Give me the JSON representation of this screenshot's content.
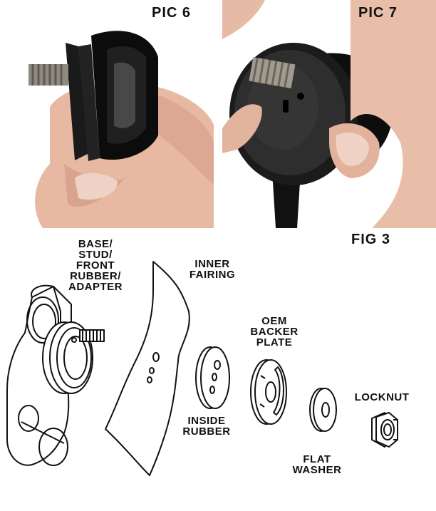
{
  "photos": {
    "pic6": {
      "label": "PIC 6"
    },
    "pic7": {
      "label": "PIC 7"
    }
  },
  "figure": {
    "label": "FIG 3",
    "parts": {
      "base": [
        "BASE/",
        "STUD/",
        "FRONT",
        "RUBBER/",
        "ADAPTER"
      ],
      "inner_fairing": [
        "INNER",
        "FAIRING"
      ],
      "oem_backer_plate": [
        "OEM",
        "BACKER",
        "PLATE"
      ],
      "inside_rubber": [
        "INSIDE",
        "RUBBER"
      ],
      "flat_washer": [
        "FLAT",
        "WASHER"
      ],
      "locknut": [
        "LOCKNUT"
      ]
    }
  }
}
